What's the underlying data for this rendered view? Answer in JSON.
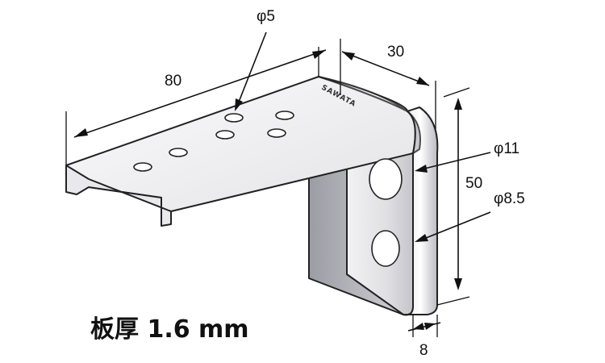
{
  "dimensions": {
    "length": "80",
    "hole_small": "φ5",
    "depth": "30",
    "hole_large": "φ11",
    "height": "50",
    "hole_medium": "φ8.5",
    "leg_width": "8"
  },
  "stamp": "SAWATA",
  "caption": "板厚 1.6 mm",
  "colors": {
    "plate_light": "#f4f4f6",
    "plate_mid": "#d8d8dd",
    "plate_dark": "#a8a8b0",
    "line": "#111111"
  }
}
